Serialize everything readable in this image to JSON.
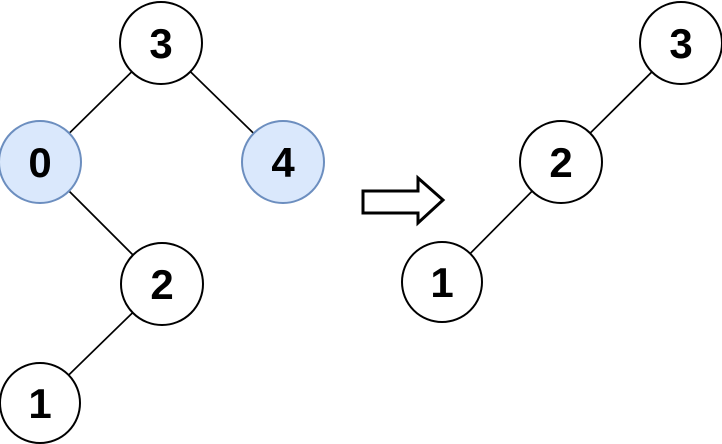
{
  "diagram": {
    "type": "binary-tree-transformation",
    "colors": {
      "background": "#ffffff",
      "node_fill": "#ffffff",
      "node_stroke": "#000000",
      "highlighted_fill": "#dae8fc",
      "highlighted_stroke": "#6c8ebf",
      "edge_color": "#000000",
      "label_color": "#000000",
      "arrow_fill": "#ffffff",
      "arrow_stroke": "#000000"
    },
    "left_tree": {
      "nodes": {
        "n3": {
          "label": "3",
          "highlighted": false
        },
        "n0": {
          "label": "0",
          "highlighted": true
        },
        "n4": {
          "label": "4",
          "highlighted": true
        },
        "n2": {
          "label": "2",
          "highlighted": false
        },
        "n1": {
          "label": "1",
          "highlighted": false
        }
      },
      "edges": [
        {
          "from": "3",
          "to": "0"
        },
        {
          "from": "3",
          "to": "4"
        },
        {
          "from": "0",
          "to": "2"
        },
        {
          "from": "2",
          "to": "1"
        }
      ]
    },
    "arrow": {
      "direction": "right"
    },
    "right_tree": {
      "nodes": {
        "n3": {
          "label": "3",
          "highlighted": false
        },
        "n2": {
          "label": "2",
          "highlighted": false
        },
        "n1": {
          "label": "1",
          "highlighted": false
        }
      },
      "edges": [
        {
          "from": "3",
          "to": "2"
        },
        {
          "from": "2",
          "to": "1"
        }
      ]
    }
  }
}
